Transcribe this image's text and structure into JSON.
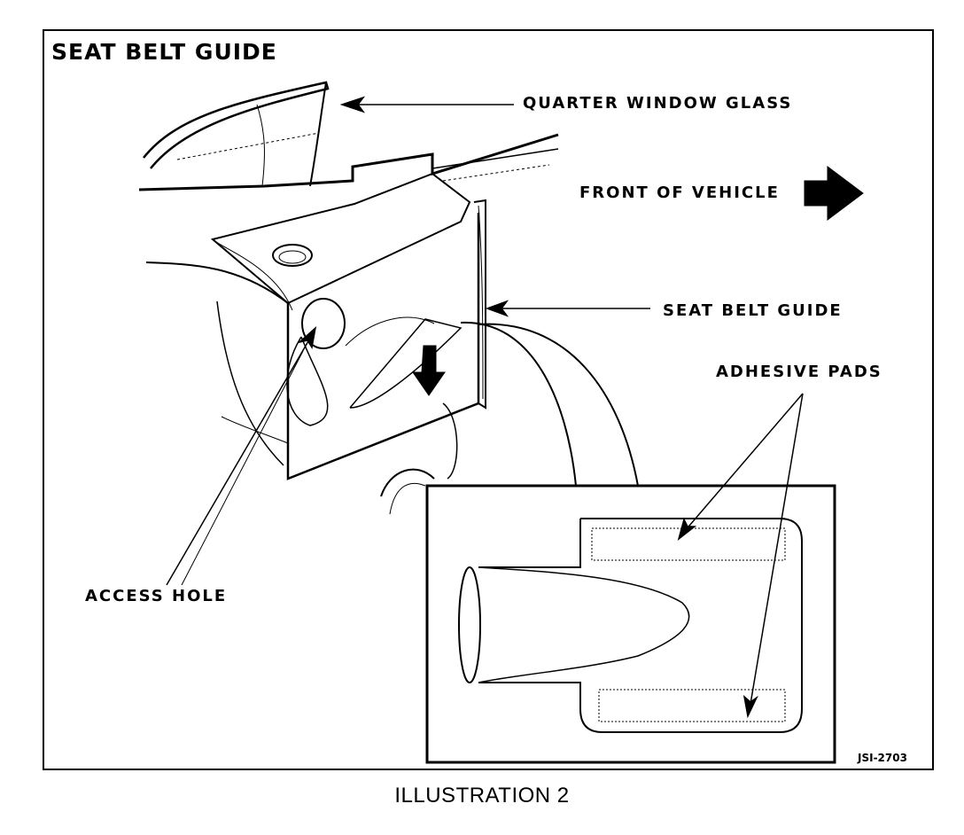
{
  "title": "SEAT BELT GUIDE",
  "callouts": {
    "quarter_window_glass": "QUARTER WINDOW GLASS",
    "front_of_vehicle": "FRONT OF VEHICLE",
    "seat_belt_guide": "SEAT BELT GUIDE",
    "adhesive_pads": "ADHESIVE PADS",
    "access_hole": "ACCESS HOLE"
  },
  "figure_id": "JSI-2703",
  "caption": "ILLUSTRATION 2"
}
